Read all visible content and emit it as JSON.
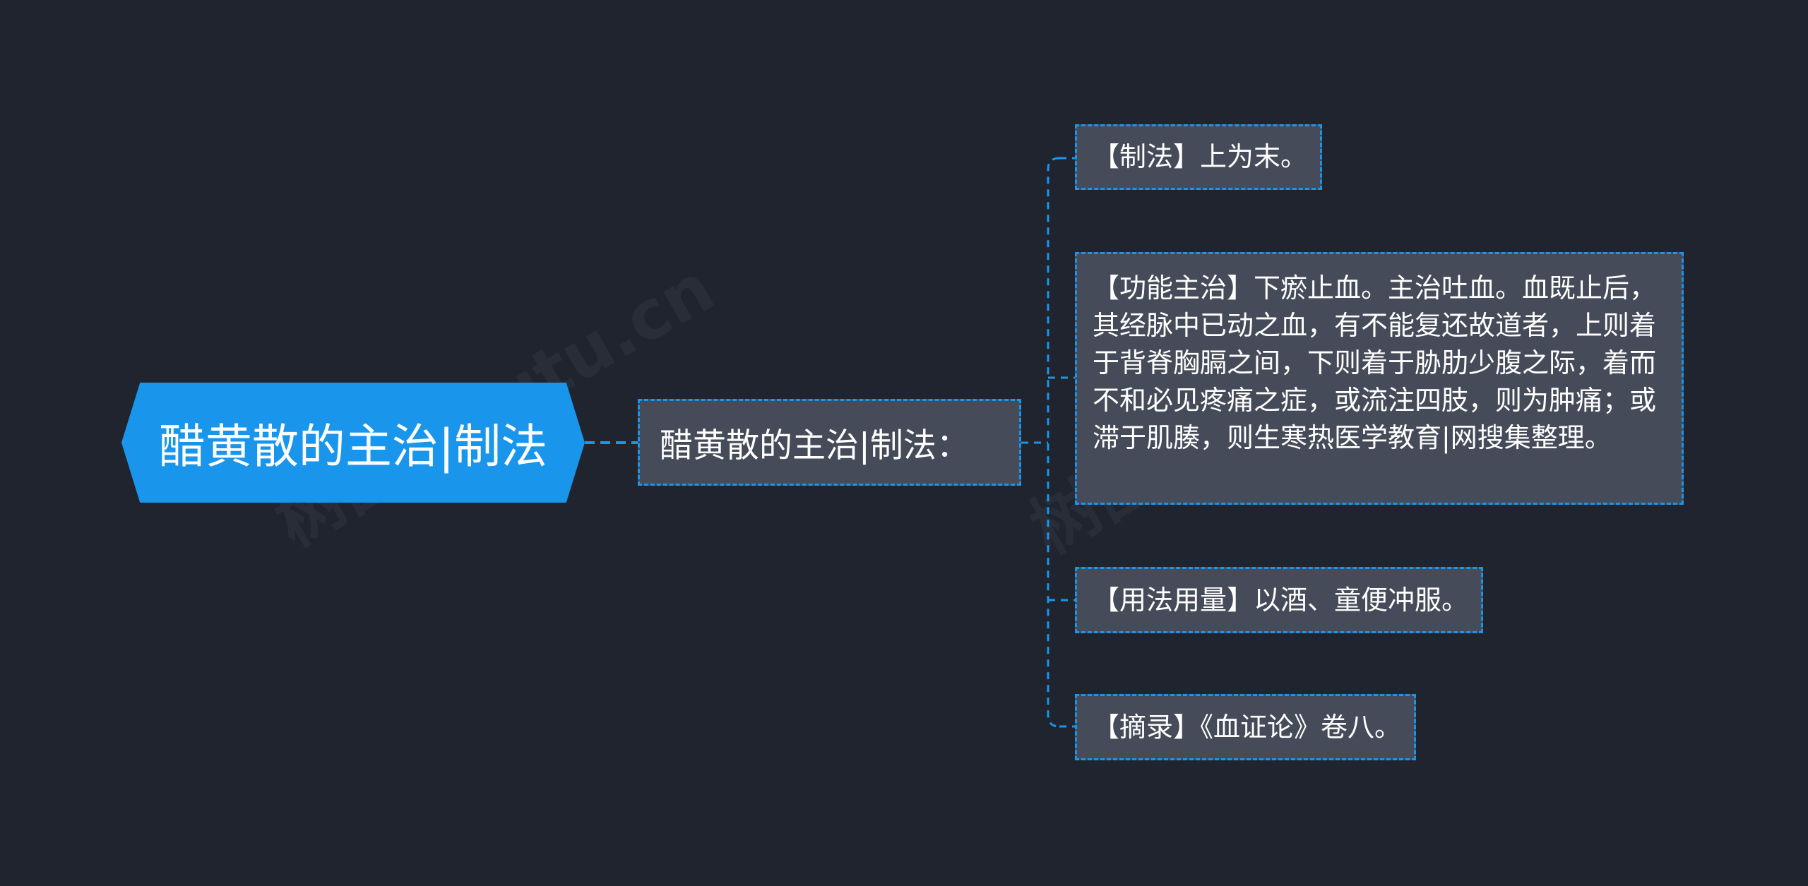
{
  "colors": {
    "background": "#20242f",
    "root_fill": "#1996eb",
    "node_fill": "#454b59",
    "connector": "#1996eb",
    "text": "#ffffff"
  },
  "watermarks": [
    "树图 shutu.cn",
    "树图 shutu.cn"
  ],
  "root": {
    "label": "醋黄散的主治|制法"
  },
  "branch": {
    "label": "醋黄散的主治|制法："
  },
  "leaves": [
    {
      "label": "【制法】上为末。"
    },
    {
      "label": "【功能主治】下瘀止血。主治吐血。血既止后，其经脉中已动之血，有不能复还故道者，上则着于背脊胸膈之间，下则着于胁肋少腹之际，着而不和必见疼痛之症，或流注四肢，则为肿痛；或滞于肌腠，则生寒热医学教育|网搜集整理。"
    },
    {
      "label": "【用法用量】以酒、童便冲服。"
    },
    {
      "label": "【摘录】《血证论》卷八。"
    }
  ]
}
